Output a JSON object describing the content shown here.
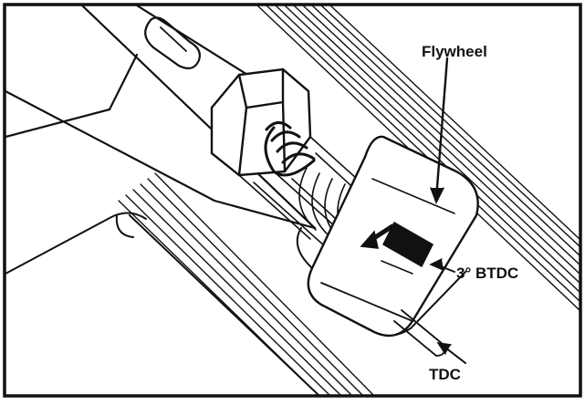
{
  "diagram": {
    "labels": {
      "flywheel": "Flywheel",
      "btdc": "3° BTDC",
      "tdc": "TDC"
    },
    "colors": {
      "ink": "#111111",
      "paper": "#ffffff"
    },
    "icons": [
      "rotation-arrow-icon"
    ]
  }
}
